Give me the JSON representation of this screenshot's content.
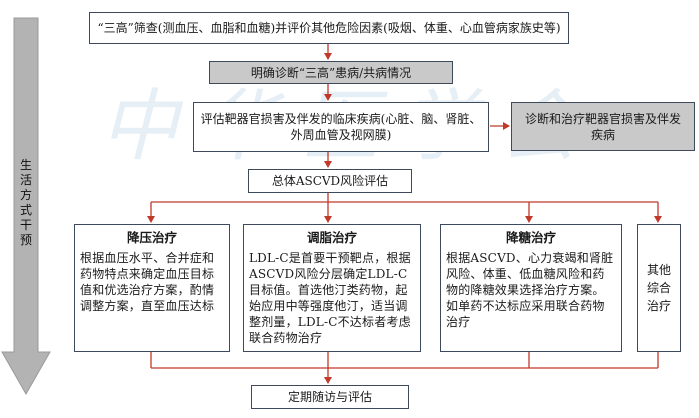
{
  "watermark": "中华医学会",
  "side_arrow": {
    "label": "生活方式干预"
  },
  "nodes": {
    "screening": "“三高”筛查(测血压、血脂和血糖)并评价其他危险因素(吸烟、体重、心血管病家族史等)",
    "diagnosis": "明确诊断“三高”患病/共病情况",
    "target_organ_eval": "评估靶器官损害及伴发的临床疾病(心脏、脑、肾脏、外周血管及视网膜)",
    "target_organ_treat": "诊断和治疗靶器官损害及伴发疾病",
    "ascvd_eval": "总体ASCVD风险评估",
    "followup": "定期随访与评估"
  },
  "treatments": [
    {
      "title": "降压治疗",
      "text": "根据血压水平、合并症和药物特点来确定血压目标值和优选治疗方案，酌情调整方案，直至血压达标"
    },
    {
      "title": "调脂治疗",
      "text": "LDL-C是首要干预靶点，根据ASCVD风险分层确定LDL-C目标值。首选他汀类药物，起始应用中等强度他汀，适当调整剂量，LDL-C不达标者考虑联合药物治疗"
    },
    {
      "title": "降糖治疗",
      "text": "根据ASCVD、心力衰竭和肾脏风险、体重、低血糖风险和药物的降糖效果选择治疗方案。如单药不达标应采用联合药物治疗"
    },
    {
      "title": "",
      "text": "其他综合治疗"
    }
  ],
  "colors": {
    "arrow": "#c0392b",
    "grey_fill": "#c9c9c9",
    "border": "#3d4a5c",
    "side_arrow": "#b3b3b3"
  }
}
